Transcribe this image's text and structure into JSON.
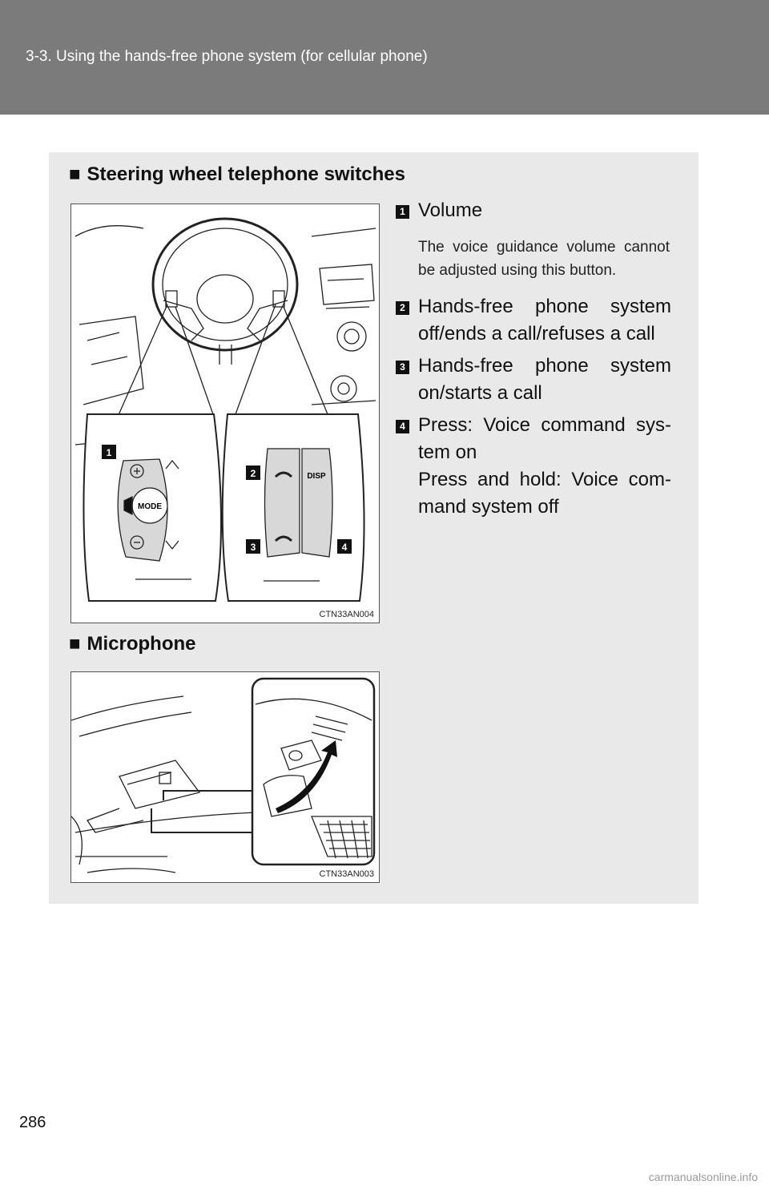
{
  "header": {
    "title": "3-3. Using the hands-free phone system (for cellular phone)"
  },
  "sections": {
    "steering": {
      "bullet": "■",
      "title": "Steering wheel telephone switches"
    },
    "microphone": {
      "bullet": "■",
      "title": "Microphone"
    }
  },
  "figures": {
    "steering": {
      "code": "CTN33AN004",
      "labels": {
        "mode": "MODE",
        "disp": "DISP"
      },
      "callouts": [
        "1",
        "2",
        "3",
        "4"
      ]
    },
    "microphone": {
      "code": "CTN33AN003"
    }
  },
  "items": [
    {
      "num": "1",
      "label": "Volume",
      "note": "The voice guidance volume cannot be adjusted using this button."
    },
    {
      "num": "2",
      "label": "Hands-free phone system off/ends a call/refuses a call"
    },
    {
      "num": "3",
      "label": "Hands-free phone system on/starts a call"
    },
    {
      "num": "4",
      "label": "Press: Voice command sys-tem on",
      "label2": "Press and hold: Voice com-mand system off"
    }
  ],
  "page_number": "286",
  "watermark": "carmanualsonline.info"
}
